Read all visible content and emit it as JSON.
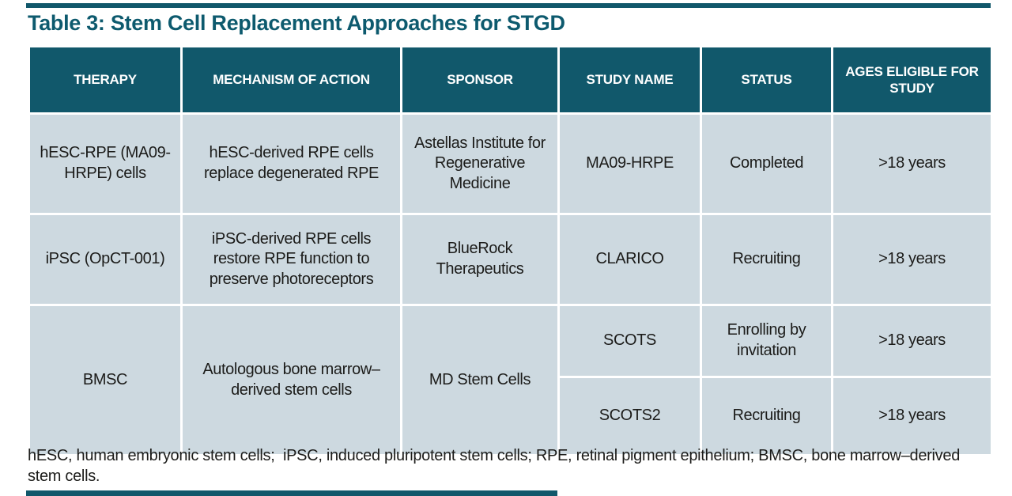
{
  "title": "Table 3: Stem Cell Replacement Approaches for STGD",
  "colors": {
    "accent_teal": "#11586b",
    "title_teal": "#0d5a6e",
    "cell_background": "#cdd9e0",
    "header_text": "#ffffff",
    "body_text": "#1c1c1a"
  },
  "table": {
    "headers": [
      "THERAPY",
      "MECHANISM OF ACTION",
      "SPONSOR",
      "STUDY NAME",
      "STATUS",
      "AGES ELIGIBLE FOR STUDY"
    ],
    "row1": {
      "therapy": "hESC-RPE (MA09-HRPE) cells",
      "mechanism": "hESC-derived RPE cells replace degenerated RPE",
      "sponsor": "Astellas Institute for Regenerative Medicine",
      "study_name": "MA09-HRPE",
      "status": "Completed",
      "ages": ">18 years"
    },
    "row2": {
      "therapy": "iPSC (OpCT-001)",
      "mechanism": "iPSC-derived RPE cells restore RPE function to preserve photoreceptors",
      "sponsor": "BlueRock Therapeutics",
      "study_name": "CLARICO",
      "status": "Recruiting",
      "ages": ">18 years"
    },
    "row3": {
      "therapy": "BMSC",
      "mechanism": "Autologous bone marrow–derived stem cells",
      "sponsor": "MD Stem Cells",
      "sub1": {
        "study_name": "SCOTS",
        "status": "Enrolling by invitation",
        "ages": ">18 years"
      },
      "sub2": {
        "study_name": "SCOTS2",
        "status": "Recruiting",
        "ages": ">18 years"
      }
    }
  },
  "footnote": "hESC, human embryonic stem cells;  iPSC, induced pluripotent stem cells; RPE, retinal pigment epithelium; BMSC, bone marrow–derived stem cells."
}
